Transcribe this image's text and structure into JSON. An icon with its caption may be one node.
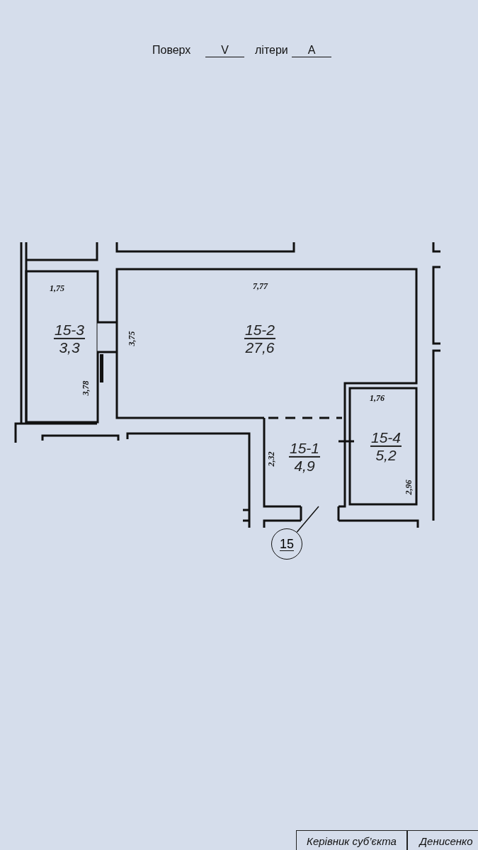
{
  "diagram": {
    "nodes": [
      {
        "text": [
          "15-3",
          "3,3"
        ]
      },
      {
        "text": [
          "15-2",
          "27,6"
        ]
      },
      {
        "text": [
          "15-1",
          "4,9"
        ]
      },
      {
        "text": [
          "15-4",
          "5,2"
        ]
      },
      {
        "text": [
          "15"
        ]
      }
    ],
    "edges": [
      {
        "from": 4,
        "to": 2,
        "arrow": "none"
      }
    ],
    "labels": [
      "Поверх",
      "V",
      "літери",
      "А",
      "1,75",
      "7,77",
      "3,75",
      "3,78",
      "1,76",
      "2,32",
      "2,96",
      "Керівник суб’єкта",
      "Денисенко"
    ]
  }
}
